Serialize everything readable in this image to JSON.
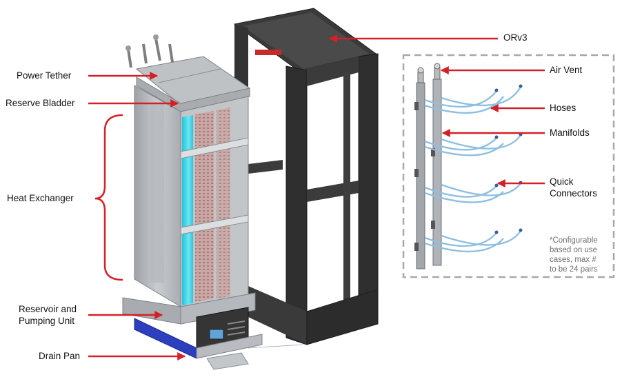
{
  "labels": {
    "power_tether": "Power Tether",
    "reserve_bladder": "Reserve Bladder",
    "heat_exchanger": "Heat Exchanger",
    "reservoir_line1": "Reservoir and",
    "reservoir_line2": "Pumping Unit",
    "drain_pan": "Drain Pan",
    "orv3": "ORv3",
    "air_vent": "Air Vent",
    "hoses": "Hoses",
    "manifolds": "Manifolds",
    "quick_connectors_line1": "Quick",
    "quick_connectors_line2": "Connectors"
  },
  "note": {
    "line1": "*Configurable",
    "line2": "based on use",
    "line3": "cases, max #",
    "line4": "to be 24 pairs"
  },
  "colors": {
    "arrow": "#d42027",
    "rack_dark": "#2f2f2f",
    "panel_gray": "#b9bcbf",
    "coolant_cyan": "#39d5e8",
    "hose_blue": "#8fbfe0",
    "drain_blue": "#2b3fbf",
    "dashed_box": "#a8a8a8"
  }
}
